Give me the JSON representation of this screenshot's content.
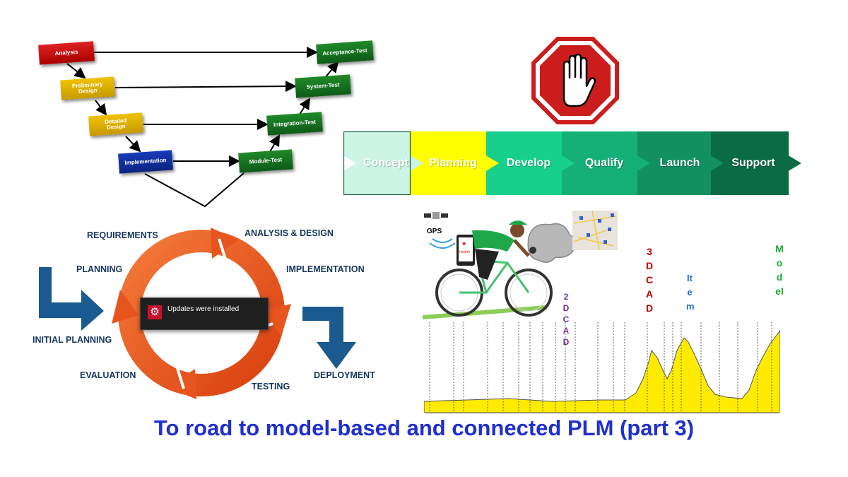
{
  "v_model": {
    "left_steps": [
      "Analysis",
      "Preliminary\nDesign",
      "Detailed\nDesign",
      "Implementation"
    ],
    "right_steps": [
      "Acceptance-Test",
      "System-Test",
      "Integration-Test",
      "Module-Test"
    ]
  },
  "stop_sign": {
    "icon": "stop-hand-icon"
  },
  "phases": [
    {
      "label": "Concept",
      "color": "#ccf5e6"
    },
    {
      "label": "Planning",
      "color": "#ffff00"
    },
    {
      "label": "Develop",
      "color": "#17d08c"
    },
    {
      "label": "Qualify",
      "color": "#14b077"
    },
    {
      "label": "Launch",
      "color": "#10915f"
    },
    {
      "label": "Support",
      "color": "#0b6b44"
    }
  ],
  "cycle": {
    "labels": {
      "requirements": "REQUIREMENTS",
      "analysis_design": "ANALYSIS & DESIGN",
      "planning": "PLANNING",
      "implementation": "IMPLEMENTATION",
      "initial_planning": "INITIAL PLANNING",
      "evaluation": "EVALUATION",
      "testing": "TESTING",
      "deployment": "DEPLOYMENT"
    },
    "colors": {
      "ring": "#e8541e",
      "arrows": "#1b5a8f"
    }
  },
  "toast": {
    "icon": "settings-gear-icon",
    "message": "Updates were installed"
  },
  "cycling": {
    "gps_label": "GPS",
    "phone_brand": "health",
    "profile_labels": [
      {
        "text": "2D CAD",
        "color": "#7030a0"
      },
      {
        "text": "3D CAD",
        "color": "#c00000"
      },
      {
        "text": "Item",
        "color": "#1f6fd0"
      },
      {
        "text": "Model",
        "color": "#1fa832"
      }
    ]
  },
  "title": "To road to model-based and connected PLM (part 3)"
}
